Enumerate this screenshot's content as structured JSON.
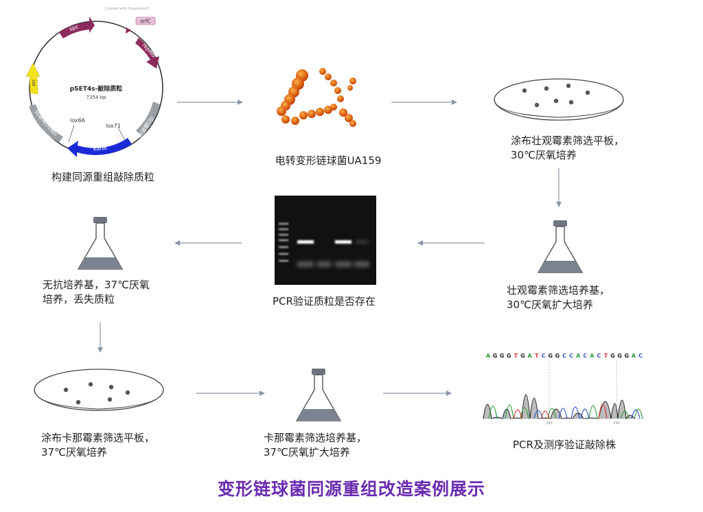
{
  "plasmid": {
    "name": "pSET4s-敲除质粒",
    "size": "7354 bp",
    "watermark": "Created with SnapGene®",
    "features": {
      "spc": "spc",
      "orfC": "orfC",
      "repAts": "repAts",
      "ori": "ori",
      "up": "同源臂Up",
      "down": "同源臂Down",
      "kanR": "kanR",
      "lox66": "lox66",
      "lox71": "lox71"
    }
  },
  "steps": {
    "s1": "构建同源重组敲除质粒",
    "s2": "电转变形链球菌UA159",
    "s3": "涂布壮观霉素筛选平板，\n30℃厌氧培养",
    "s4": "壮观霉素筛选培养基，\n30℃厌氧扩大培养",
    "s5": "PCR验证质粒是否存在",
    "s6": "无抗培养基，37℃厌氧\n培养，丢失质粒",
    "s7": "涂布卡那霉素筛选平板，\n37℃厌氧培养",
    "s8": "卡那霉素筛选培养基，\n37℃厌氧扩大培养",
    "s9": "PCR及测序验证敲除株"
  },
  "sequence": {
    "bases": [
      "A",
      "G",
      "G",
      "G",
      "T",
      "G",
      "A",
      "T",
      "C",
      "G",
      "G",
      "C",
      "C",
      "A",
      "C",
      "A",
      "C",
      "T",
      "G",
      "G",
      "G",
      "A",
      "C"
    ],
    "axis_labels": [
      "280",
      "290"
    ]
  },
  "title": "变形链球菌同源重组改造案例展示",
  "colors": {
    "title": "#6a2bb0",
    "arrow": "#8a96a8",
    "flask_liquid": "#7c8390",
    "A": "#2e9e3e",
    "C": "#2f56c9",
    "G": "#222222",
    "T": "#d63a3a"
  }
}
